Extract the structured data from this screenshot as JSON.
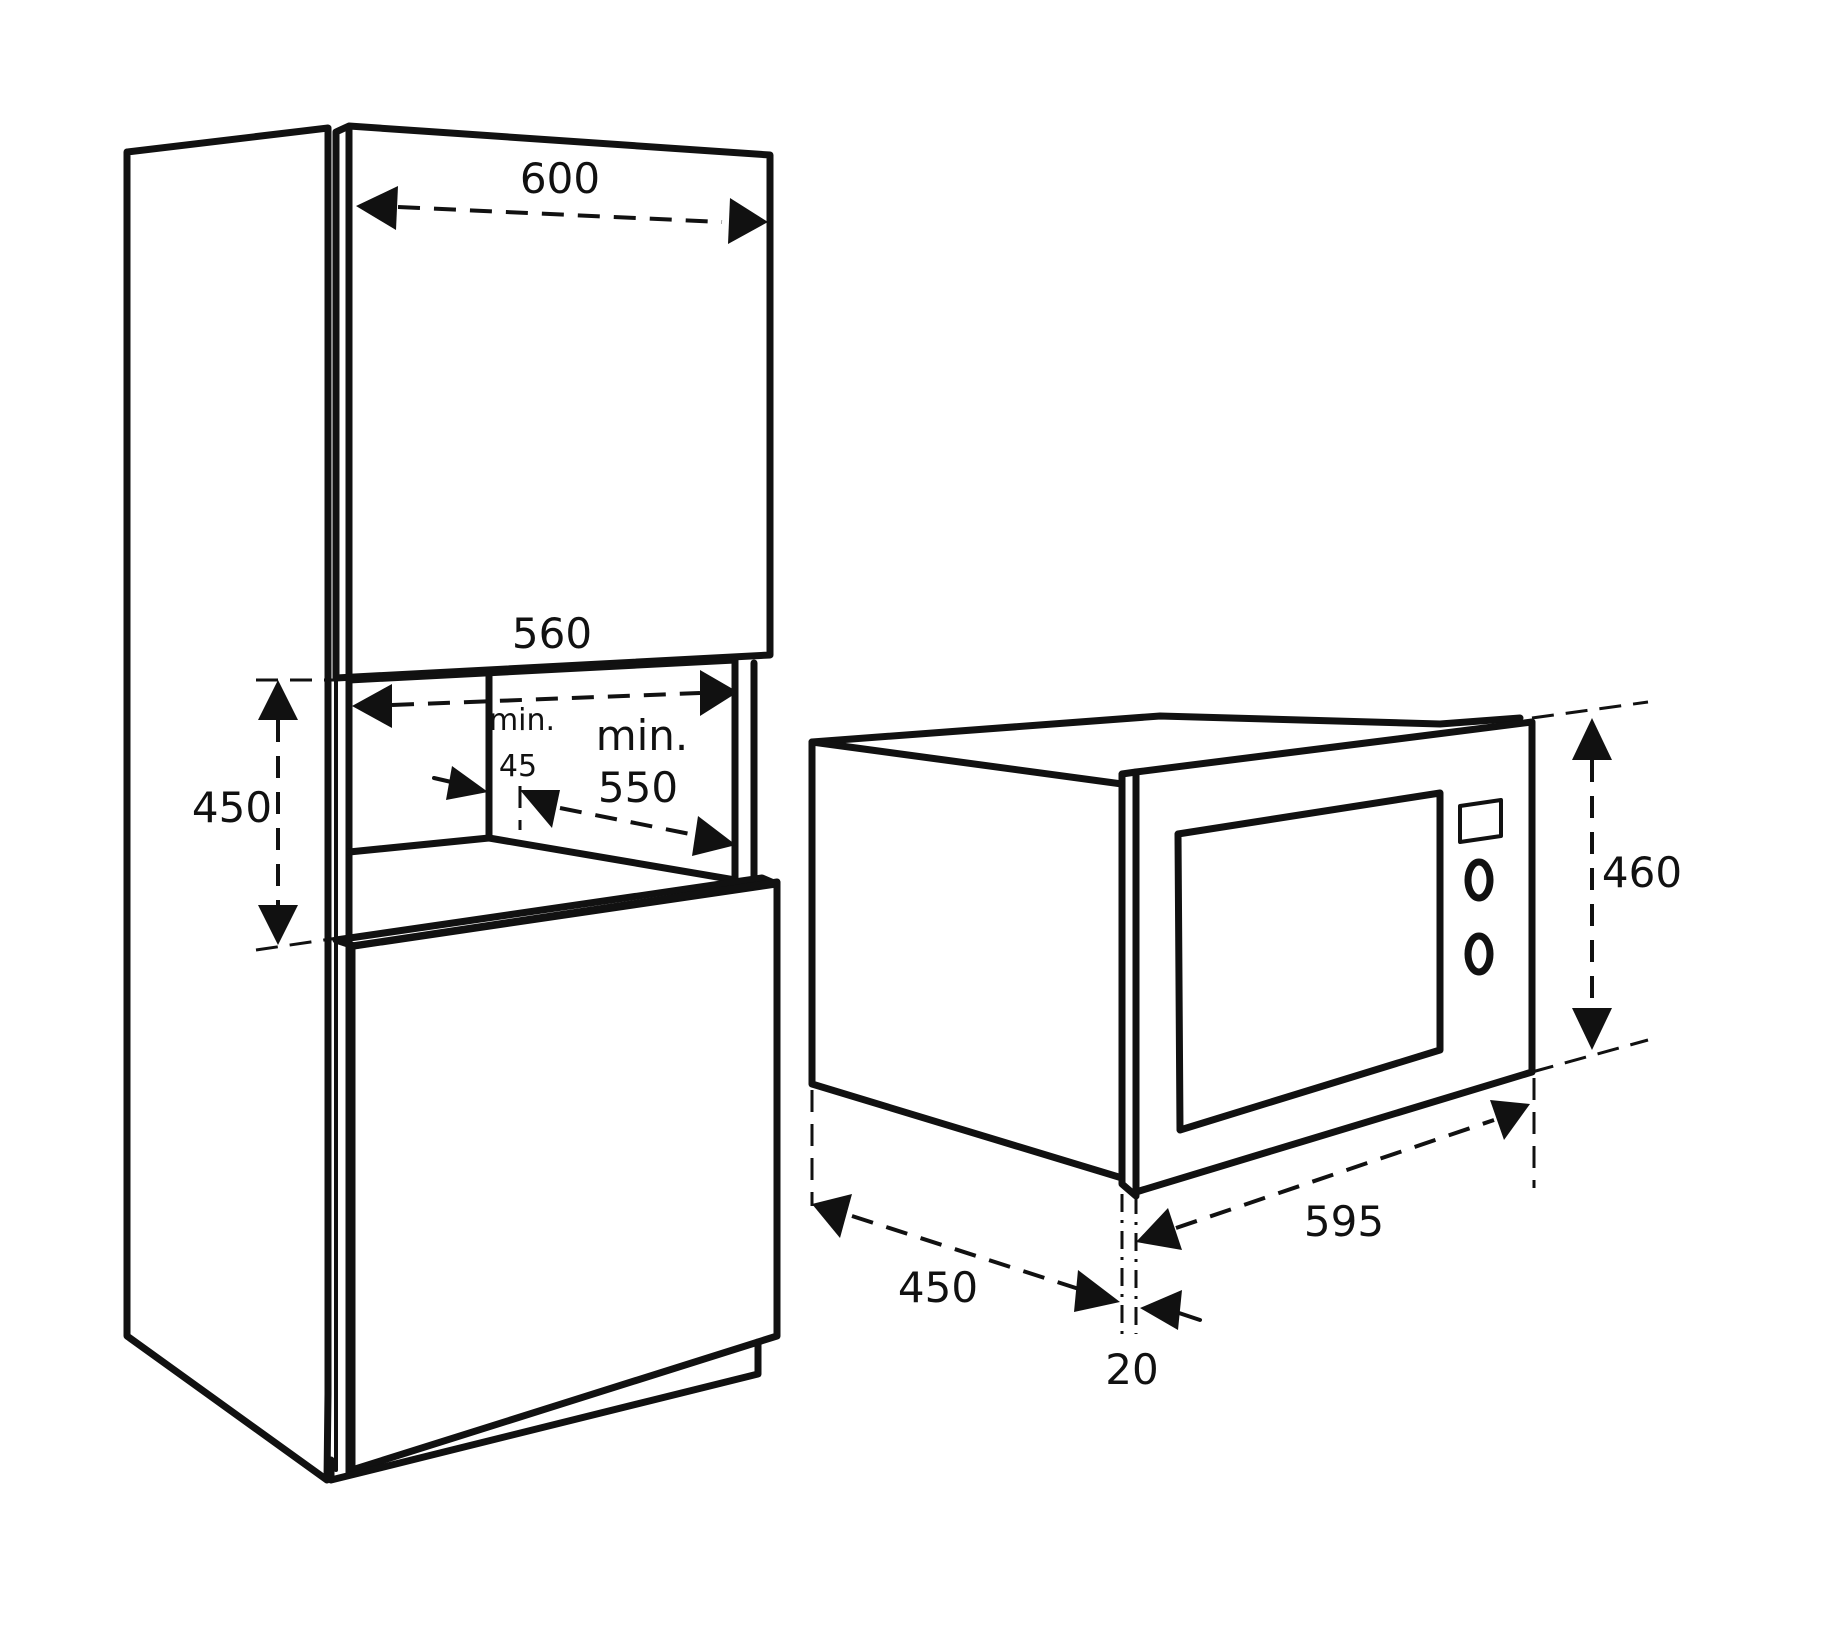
{
  "cabinet": {
    "width_600": "600",
    "width_560": "560",
    "height_450": "450",
    "min_45_line1": "min.",
    "min_45_line2": "45",
    "min_550_line1": "min.",
    "min_550_line2": "550"
  },
  "appliance": {
    "height_460": "460",
    "width_595": "595",
    "depth_450": "450",
    "frame_20": "20"
  }
}
